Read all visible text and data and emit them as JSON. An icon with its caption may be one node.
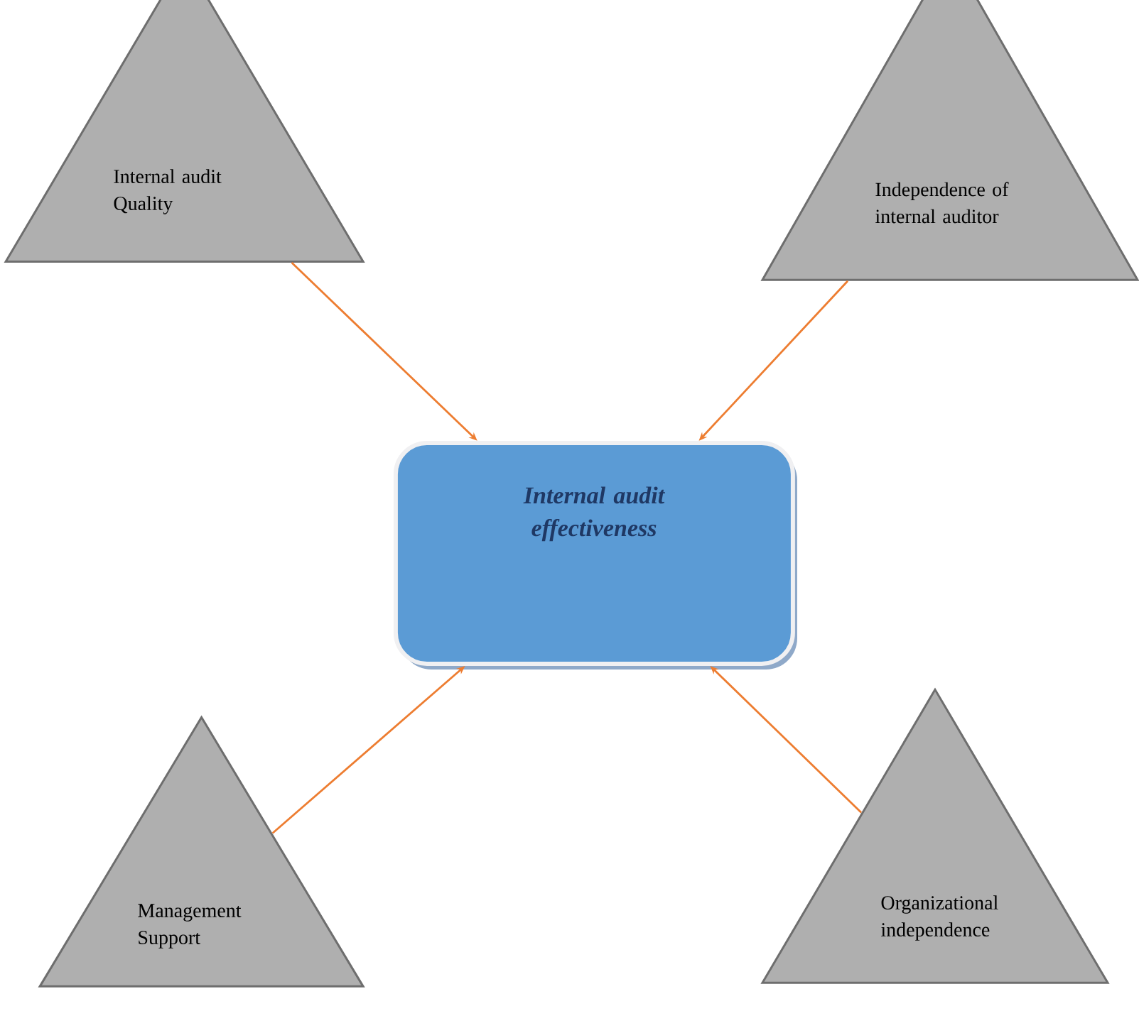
{
  "diagram": {
    "nodes": [
      {
        "text": [
          "Internal audit Quality"
        ]
      },
      {
        "text": [
          "Independence of internal auditor"
        ]
      },
      {
        "text": [
          "Internal audit effectiveness"
        ]
      },
      {
        "text": [
          "Management Support"
        ]
      },
      {
        "text": [
          "Organizational independence"
        ]
      }
    ],
    "edges": [
      {
        "from": 0,
        "to": 2,
        "arrow": "to"
      },
      {
        "from": 1,
        "to": 2,
        "arrow": "to"
      },
      {
        "from": 3,
        "to": 2,
        "arrow": "to"
      },
      {
        "from": 4,
        "to": 2,
        "arrow": "to"
      }
    ]
  }
}
